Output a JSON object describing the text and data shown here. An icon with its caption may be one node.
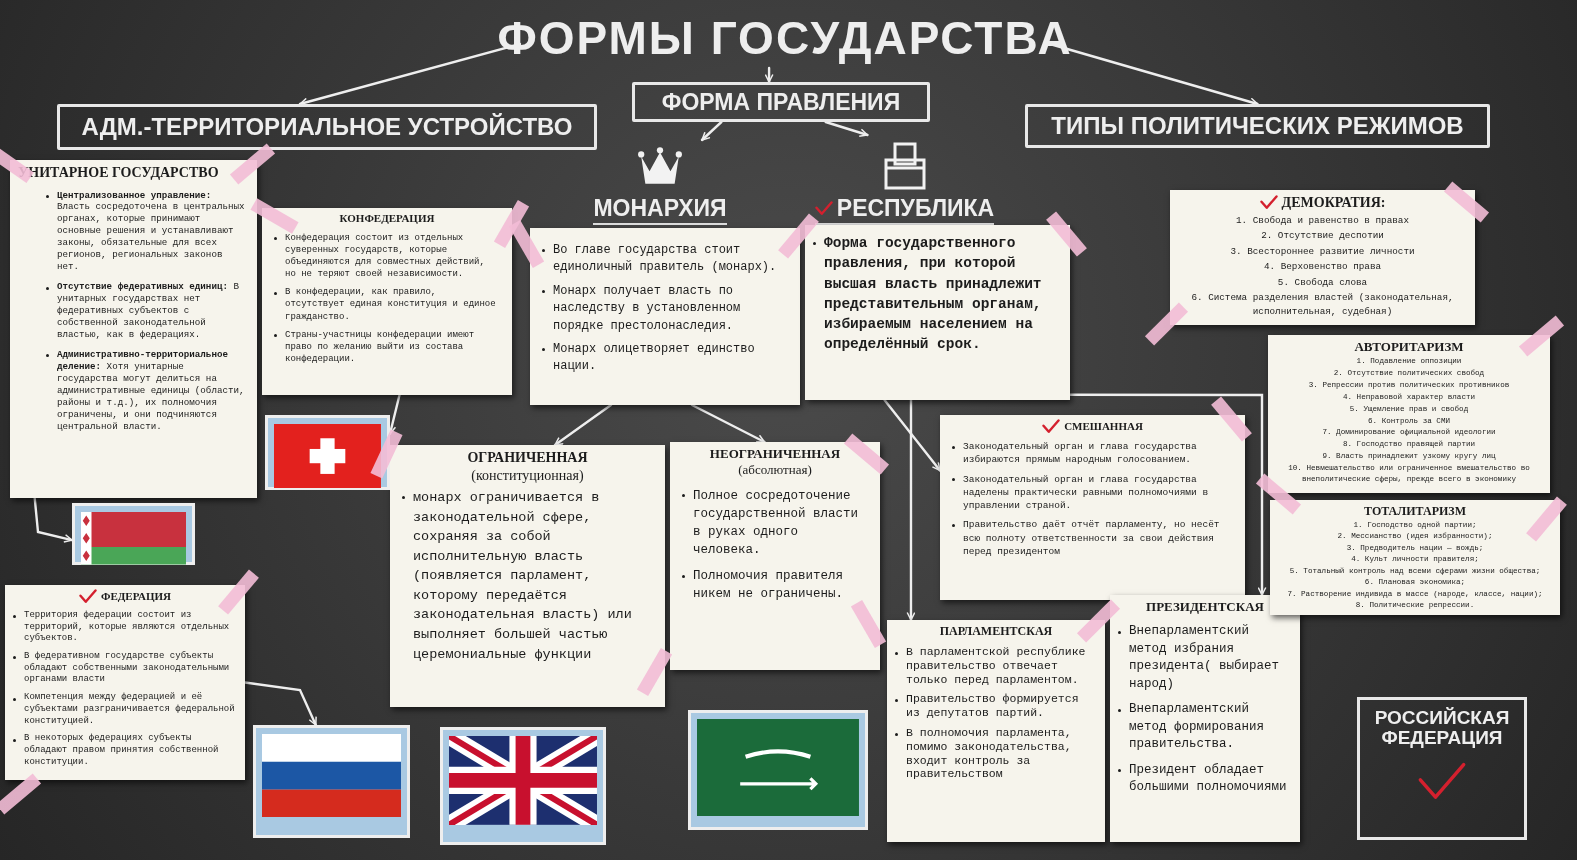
{
  "diagram": {
    "nodes": [
      {
        "text": [
          "ФОРМЫ ГОСУДАРСТВА"
        ]
      },
      {
        "text": [
          "АДМ.-ТЕРРИТОРИАЛЬНОЕ УСТРОЙСТВО"
        ]
      },
      {
        "text": [
          "ФОРМА ПРАВЛЕНИЯ"
        ]
      },
      {
        "text": [
          "ТИПЫ ПОЛИТИЧЕСКИХ РЕЖИМОВ"
        ]
      },
      {
        "text": [
          "УНИТАРНОЕ ГОСУДАРСТВО",
          "**Централизованное управление:** Власть сосредоточена в центральных органах, которые принимают основные решения и устанавливают законы, обязательные для всех регионов, региональных законов нет.",
          "**Отсутствие федеративных единиц:** В унитарных государствах нет федеративных субъектов с собственной законодательной властью, как в федерациях.",
          "**Административно-территориальное деление:** Хотя унитарные государства могут делиться на административные единицы (области, районы и т.д.), их полномочия ограничены, и они подчиняются центральной власти."
        ]
      },
      {
        "text": [
          "КОНФЕДЕРАЦИЯ",
          "Конфедерация состоит из отдельных суверенных государств, которые объединяются для совместных действий, но не теряют своей независимости.",
          "В конфедерации, как правило, отсутствует единая конституция и единое гражданство.",
          "Страны-участницы конфедерации имеют право по желанию выйти из состава конфедерации."
        ]
      },
      {
        "text": [
          "ФЕДЕРАЦИЯ",
          "Территория федерации состоит из территорий, которые являются отдельных субъектов.",
          "В федеративном государстве субъекты обладают собственными законодательными органами власти",
          "Компетенция между федерацией и её субъектами разграничивается федеральной конституцией.",
          "В некоторых федерациях субъекты обладают правом принятия собственной конституции."
        ]
      },
      {
        "text": [
          "МОНАРХИЯ"
        ]
      },
      {
        "text": [
          "РЕСПУБЛИКА"
        ]
      },
      {
        "text": [
          "Во главе государства стоит единоличный правитель (монарх).",
          "Монарх получает власть по наследству в установленном порядке престолонаследия.",
          "Монарх олицетворяет единство нации."
        ]
      },
      {
        "text": [
          "Форма государственного правления, при которой высшая власть принадлежит представительным органам, избираемым населением на определённый срок."
        ]
      },
      {
        "text": [
          "ОГРАНИЧЕННАЯ",
          "(конституционная)",
          "монарх ограничивается в законодательной сфере, сохраняя за собой исполнительную власть (появляется парламент, которому передаётся законодательная власть) или выполняет большей частью церемониальные функции"
        ]
      },
      {
        "text": [
          "НЕОГРАНИЧЕННАЯ",
          "(абсолютная)",
          "Полное сосредоточение государственной власти в руках одного человека.",
          "Полномочия правителя никем не ограничены."
        ]
      },
      {
        "text": [
          "СМЕШАННАЯ",
          "Законодательный орган и глава государства избираются прямым народным голосованием.",
          "Законодательный орган и глава государства наделены практически равными полномочиями в управлении страной.",
          "Правительство даёт отчёт парламенту, но несёт всю полноту ответственности за свои действия перед президентом"
        ]
      },
      {
        "text": [
          "ПАРЛАМЕНТСКАЯ",
          "В парламентской республике правительство отвечает только перед парламентом.",
          "Правительство формируется из депутатов партий.",
          "В полномочия парламента, помимо законодательства, входит контроль за правительством"
        ]
      },
      {
        "text": [
          "ПРЕЗИДЕНТСКАЯ",
          "Внепарламентский метод избрания президента( выбирает народ)",
          "Внепарламентский метод формирования правительства.",
          "Президент обладает большими полномочиями"
        ]
      },
      {
        "text": [
          "ДЕМОКРАТИЯ:",
          "1. Свобода и равенство в правах",
          "2. Отсутствие деспотии",
          "3. Всестороннее развитие личности",
          "4. Верховенство права",
          "5. Свобода слова",
          "6. Система разделения властей (законодательная, исполнительная, судебная)"
        ]
      },
      {
        "text": [
          "АВТОРИТАРИЗМ",
          "1. Подавление оппозиции",
          "2. Отсутствие политических свобод",
          "3. Репрессии против политических противников",
          "4. Неправовой характер власти",
          "5. Ущемление прав и свобод",
          "6. Контроль за СМИ",
          "7. Доминирование официальной идеологии",
          "8. Господство правящей партии",
          "9. Власть принадлежит узкому кругу лиц",
          "10. Невмешательство или ограниченное вмешательство во внеполитические сферы, прежде всего в экономику"
        ]
      },
      {
        "text": [
          "ТОТАЛИТАРИЗМ",
          "1. Господство одной партии;",
          "2. Мессианство (идея избранности);",
          "3. Предводитель нации — вождь;",
          "4. Культ личности правителя;",
          "5. Тотальный контроль над всеми сферами жизни общества;",
          "6. Плановая экономика;",
          "7. Растворение индивида в массе (народе, классе, нации);",
          "8. Политические репрессии."
        ]
      },
      {
        "text": [
          "РОССИЙСКАЯ ФЕДЕРАЦИЯ"
        ]
      },
      {
        "text": [],
        "shape": "picture"
      },
      {
        "text": [],
        "shape": "picture"
      },
      {
        "text": [],
        "shape": "picture"
      },
      {
        "text": [],
        "shape": "picture"
      },
      {
        "text": [],
        "shape": "picture"
      }
    ],
    "edges": [
      {
        "from": 0,
        "to": 1,
        "arrow": "to"
      },
      {
        "from": 0,
        "to": 2,
        "arrow": "to"
      },
      {
        "from": 0,
        "to": 3,
        "arrow": "to"
      },
      {
        "from": 2,
        "to": 7,
        "arrow": "to"
      },
      {
        "from": 2,
        "to": 8,
        "arrow": "to"
      },
      {
        "from": 9,
        "to": 11,
        "arrow": "to"
      },
      {
        "from": 9,
        "to": 12,
        "arrow": "to"
      },
      {
        "from": 10,
        "to": 13,
        "arrow": "to"
      },
      {
        "from": 10,
        "to": 14,
        "arrow": "to"
      },
      {
        "from": 10,
        "to": 15,
        "arrow": "to"
      },
      {
        "from": 5,
        "to": 20,
        "arrow": "to"
      },
      {
        "from": 4,
        "to": 21,
        "arrow": "to"
      },
      {
        "from": 6,
        "to": 22,
        "arrow": "to"
      }
    ]
  }
}
